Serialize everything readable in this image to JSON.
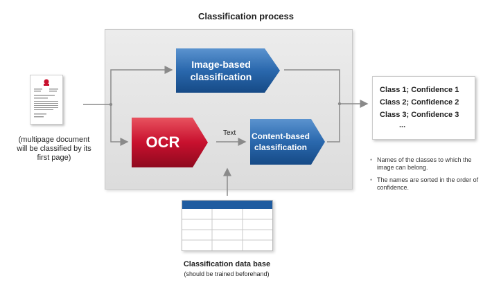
{
  "title": "Classification process",
  "document": {
    "caption": "(multipage document will be classified by its first page)"
  },
  "image_based": {
    "label": "Image-based classification"
  },
  "ocr": {
    "label": "OCR"
  },
  "text_label": "Text",
  "content_based": {
    "label": "Content-based classification"
  },
  "results": {
    "lines": [
      "Class 1; Confidence 1",
      "Class 2; Confidence 2",
      "Class 3; Confidence 3",
      "..."
    ]
  },
  "notes": [
    "Names of the classes to which the image can belong.",
    "The names are sorted in the order of confidence."
  ],
  "database": {
    "title": "Classification data base",
    "caption": "(should be trained beforehand)"
  },
  "colors": {
    "blue": "#1f5ca0",
    "red": "#c8102e",
    "arrow": "#8a8a8a"
  }
}
